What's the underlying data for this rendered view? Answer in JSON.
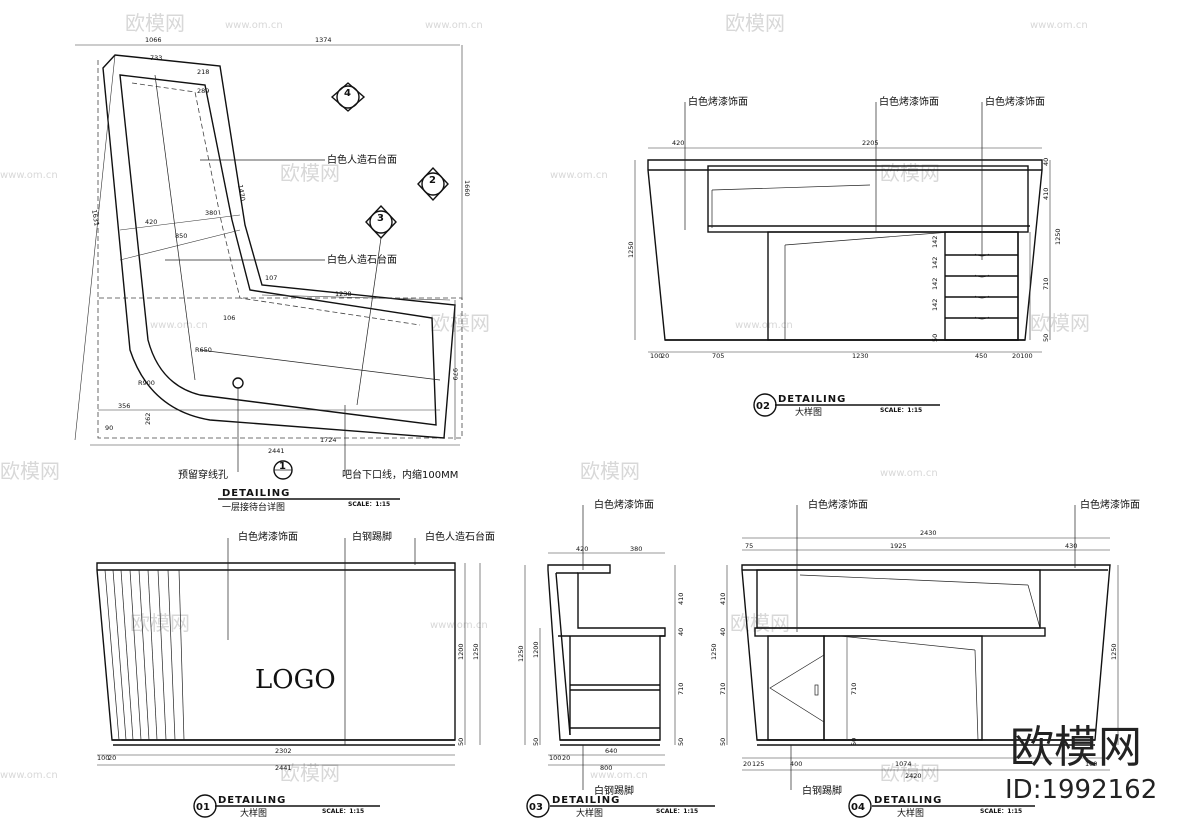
{
  "watermark": {
    "brand": "欧模网",
    "domain": "www.om.cn"
  },
  "brand_logo": {
    "name": "欧模网",
    "id": "ID:1992162"
  },
  "plan": {
    "title": "DETAILING",
    "subtitle": "一层接待台详图",
    "scale": "SCALE：1:15",
    "number": "1",
    "labels": {
      "stone_top_1": "白色人造石台面",
      "stone_top_2": "白色人造石台面",
      "cable_hole": "预留穿线孔",
      "bar_line": "吧台下口线，内缩100MM"
    },
    "markers": [
      "4",
      "2",
      "3"
    ],
    "dims": {
      "d1066": "1066",
      "d1374": "1374",
      "d733": "733",
      "d218": "218",
      "d289": "289",
      "d1660": "1660",
      "d1631": "1631",
      "d420": "420",
      "d380": "380",
      "d850": "850",
      "d1238": "1238",
      "d979": "979",
      "d356": "356",
      "d262": "262",
      "d1724": "1724",
      "d2441": "2441",
      "d90": "90",
      "d1470": "1470",
      "d107": "107",
      "d106": "106",
      "r650": "R650",
      "r900": "R900"
    }
  },
  "view02": {
    "number": "02",
    "title": "DETAILING",
    "subtitle": "大样图",
    "scale": "SCALE：1:15",
    "labels": {
      "a": "白色烤漆饰面",
      "b": "白色烤漆饰面",
      "c": "白色烤漆饰面"
    },
    "dims": {
      "d420": "420",
      "d2205": "2205",
      "d1250": "1250",
      "d1250r": "1250",
      "d410": "410",
      "d40": "40",
      "d142": "142",
      "d710": "710",
      "d50": "50",
      "b100": "100",
      "b20": "20",
      "b705": "705",
      "b1230": "1230",
      "b450": "450",
      "b20100": "20100"
    }
  },
  "view01": {
    "number": "01",
    "title": "DETAILING",
    "subtitle": "大样图",
    "scale": "SCALE：1:15",
    "logo": "LOGO",
    "labels": {
      "a": "白色烤漆饰面",
      "b": "白钢踢脚",
      "c": "白色人造石台面"
    },
    "dims": {
      "d1200": "1200",
      "d1250": "1250",
      "d50": "50",
      "b100": "100",
      "b20": "20",
      "b2302": "2302",
      "b2441": "2441"
    }
  },
  "view03": {
    "number": "03",
    "title": "DETAILING",
    "subtitle": "大样图",
    "scale": "SCALE：1:15",
    "labels": {
      "a": "白色烤漆饰面",
      "b": "白钢踢脚"
    },
    "dims": {
      "d420": "420",
      "d380": "380",
      "d410": "410",
      "d40": "40",
      "d1250": "1250",
      "d1200": "1200",
      "d710": "710",
      "d50": "50",
      "b100": "100",
      "b20": "20",
      "b640": "640",
      "b800": "800"
    }
  },
  "view04": {
    "number": "04",
    "title": "DETAILING",
    "subtitle": "大样图",
    "scale": "SCALE：1:15",
    "labels": {
      "a": "白色烤漆饰面",
      "b": "白色烤漆饰面",
      "c": "白钢踢脚"
    },
    "dims": {
      "d2430": "2430",
      "d75": "75",
      "d1925": "1925",
      "d430": "430",
      "d410": "410",
      "d40": "40",
      "d1250": "1250",
      "d710": "710",
      "d710b": "710",
      "d50": "50",
      "d1250r": "1250",
      "b20": "20",
      "b125": "125",
      "b400": "400",
      "b1074": "1074",
      "b100": "100",
      "b2420": "2420"
    }
  }
}
